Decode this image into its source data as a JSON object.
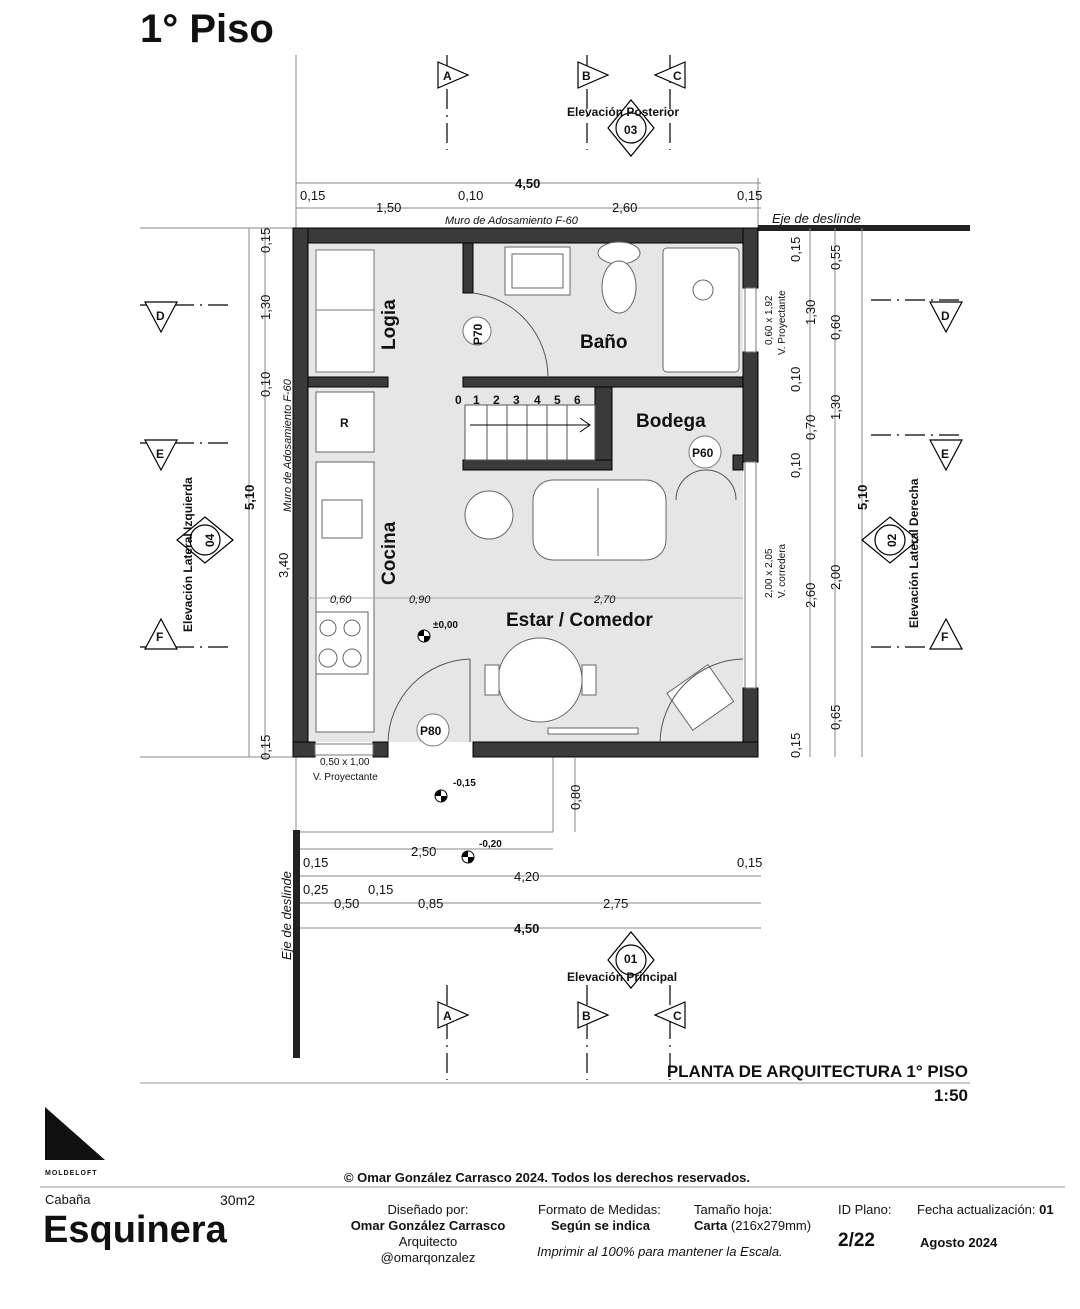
{
  "page_title": "1° Piso",
  "plan": {
    "rooms": {
      "logia": "Logia",
      "bano": "Baño",
      "bodega": "Bodega",
      "cocina": "Cocina",
      "estar": "Estar / Comedor"
    },
    "doors": {
      "p70": "P70",
      "p60": "P60",
      "p80": "P80"
    },
    "stairs": [
      "0",
      "1",
      "2",
      "3",
      "4",
      "5",
      "6"
    ],
    "fridge": "R",
    "levels": {
      "floor": "±0,00",
      "patio": "-0,15",
      "exterior": "-0,20"
    },
    "windows": {
      "bano": [
        "0,60 x 1,92",
        "V. Proyectante"
      ],
      "living": [
        "2,00 x 2,05",
        "V. corredera"
      ],
      "cocina": [
        "0,50 x 1,00",
        "V. Proyectante"
      ]
    },
    "annotations": {
      "muro_top": "Muro de Adosamiento F-60",
      "muro_left": "Muro de Adosamiento F-60",
      "eje_top": "Eje de deslinde",
      "eje_left": "Eje de deslinde"
    },
    "interior_dims": [
      "0,60",
      "0,90",
      "2,70"
    ],
    "porch_dim": "0,80"
  },
  "dimensions": {
    "top_total": "4,50",
    "top_row1": [
      "0,15",
      "0,10",
      "0,15"
    ],
    "top_row2": [
      "1,50",
      "2,60"
    ],
    "left_total": "5,10",
    "left_row": [
      "0,15",
      "1,30",
      "0,10",
      "3,40",
      "0,15"
    ],
    "right_row1": [
      "0,15",
      "1,30",
      "0,10",
      "0,70",
      "0,10",
      "2,60",
      "0,15"
    ],
    "right_row2": [
      "0,55",
      "0,60",
      "1,30",
      "2,00",
      "0,65"
    ],
    "right_total": "5,10",
    "bottom_porch": "2,50",
    "bottom_row1_small": [
      "0,15",
      "0,15"
    ],
    "bottom_row1": "4,20",
    "bottom_row2_small": [
      "0,25",
      "0,15"
    ],
    "bottom_row2": [
      "0,50",
      "0,85",
      "2,75"
    ],
    "bottom_total": "4,50"
  },
  "elevations": {
    "markers_top": [
      "A",
      "B",
      "C"
    ],
    "markers_bottom": [
      "A",
      "B",
      "C"
    ],
    "markers_left": [
      "D",
      "E",
      "F"
    ],
    "markers_right": [
      "D",
      "E",
      "F"
    ],
    "posterior": {
      "num": "03",
      "label": "Elevación Posterior"
    },
    "principal": {
      "num": "01",
      "label": "Elevación Principal"
    },
    "izquierda": {
      "num": "04",
      "label": "Elevación Lateral Izquierda"
    },
    "derecha": {
      "num": "02",
      "label": "Elevación Lateral Derecha"
    }
  },
  "sheet": {
    "title": "PLANTA DE ARQUITECTURA 1° PISO",
    "scale": "1:50",
    "logo_text": "MOLDELOFT",
    "copyright": "© Omar González Carrasco 2024. Todos los derechos reservados.",
    "project_type": "Cabaña",
    "area": "30m2",
    "project_name": "Esquinera",
    "designed_label": "Diseñado por:",
    "designer": "Omar González Carrasco",
    "designer_role": "Arquitecto",
    "designer_handle": "@omarqonzalez",
    "format_label": "Formato de Medidas:",
    "format_value": "Según se indica",
    "sheet_size_label": "Tamaño hoja:",
    "sheet_size_value": "Carta",
    "sheet_size_detail": "(216x279mm)",
    "print_note": "Imprimir al 100% para mantener la Escala.",
    "id_label": "ID Plano:",
    "id_value": "2/22",
    "date_label": "Fecha actualización:",
    "revision": "01",
    "date_value": "Agosto 2024"
  }
}
